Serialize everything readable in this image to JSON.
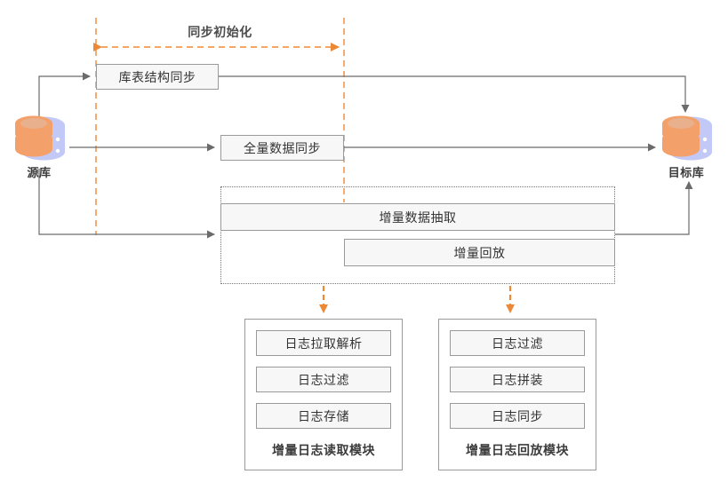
{
  "diagram": {
    "title_phase": "同步初始化",
    "source_db": {
      "label": "源库",
      "icon": "database-icon"
    },
    "target_db": {
      "label": "目标库",
      "icon": "database-icon"
    },
    "stages": [
      {
        "id": "schema-sync",
        "label": "库表结构同步"
      },
      {
        "id": "full-data-sync",
        "label": "全量数据同步"
      },
      {
        "id": "incr-extract",
        "label": "增量数据抽取"
      },
      {
        "id": "incr-replay",
        "label": "增量回放"
      }
    ],
    "modules": [
      {
        "id": "log-read-module",
        "caption": "增量日志读取模块",
        "items": [
          "日志拉取解析",
          "日志过滤",
          "日志存储"
        ]
      },
      {
        "id": "log-replay-module",
        "caption": "增量日志回放模块",
        "items": [
          "日志过滤",
          "日志拼装",
          "日志同步"
        ]
      }
    ],
    "colors": {
      "accent_dashed": "#ed8936",
      "node_fill": "#f7f7f7",
      "node_border": "#9a9a9a",
      "connector": "#6b6b6b",
      "db_front": "#f3a06a",
      "db_back": "#c3c9f7",
      "text": "#333333"
    }
  }
}
